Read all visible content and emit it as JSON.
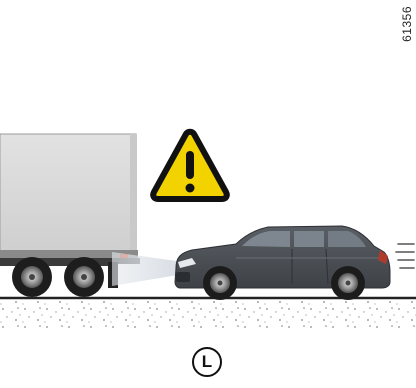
{
  "figure": {
    "reference_code": "61356",
    "view_label": "L",
    "icons": [
      "warning-triangle-icon",
      "truck",
      "car",
      "sensor-beam",
      "motion-lines"
    ]
  },
  "colors": {
    "warning_fill": "#f2d300",
    "warning_border": "#111111",
    "truck_body": "#dcdcdc",
    "car_body": "#4d5156",
    "sensor_beam": "#d8dde3",
    "road_line": "#222222"
  }
}
